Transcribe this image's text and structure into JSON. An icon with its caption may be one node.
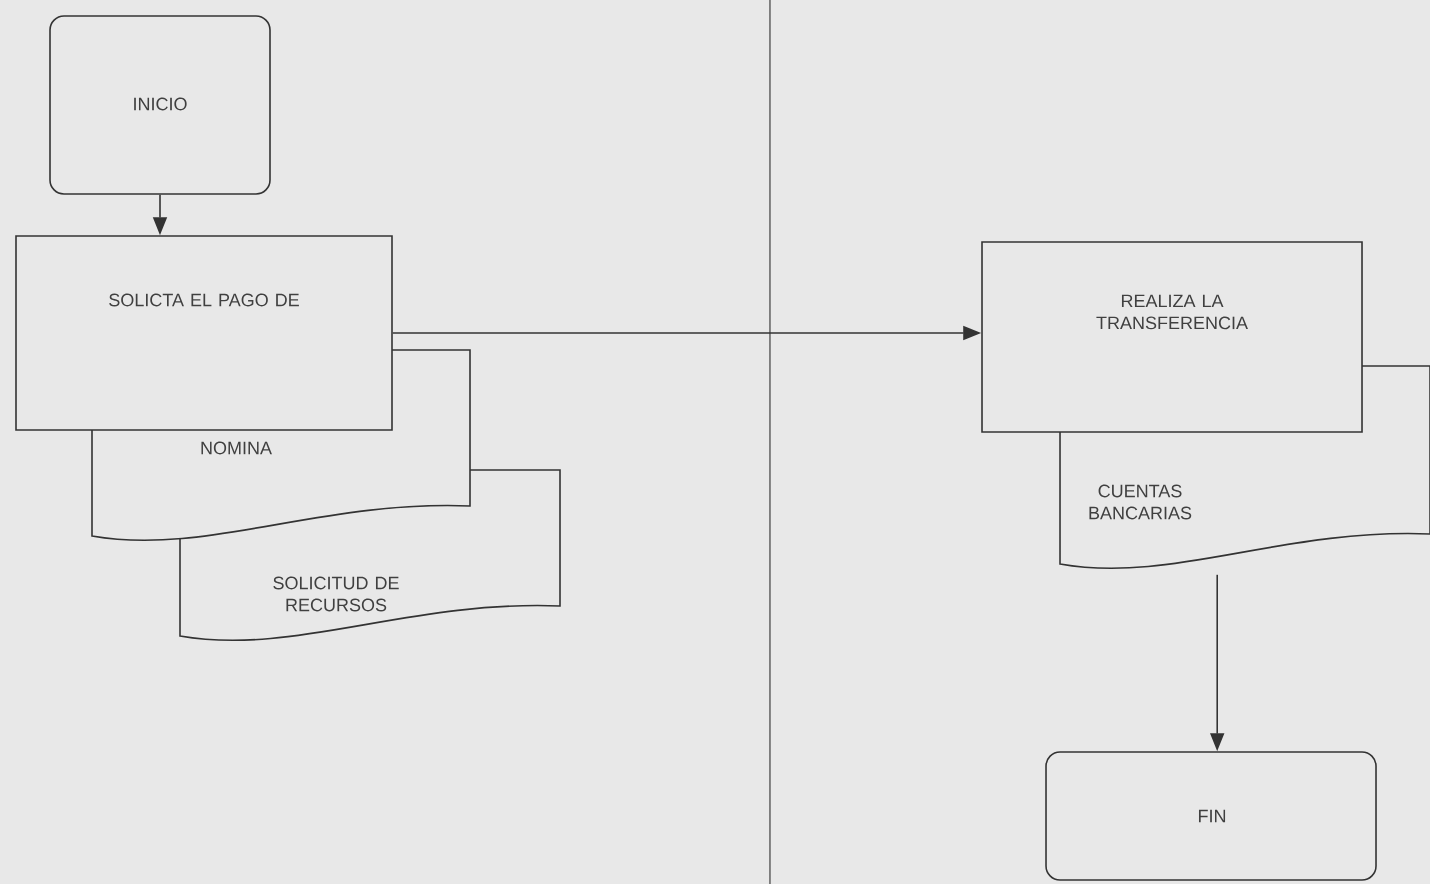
{
  "diagram": {
    "nodes": [
      {
        "text": [
          "INICIO"
        ]
      },
      {
        "text": [
          "SOLICTA EL PAGO DE"
        ]
      },
      {
        "text": [
          "NOMINA"
        ]
      },
      {
        "text": [
          "SOLICITUD DE RECURSOS"
        ]
      },
      {
        "text": [
          "REALIZA LA TRANSFERENCIA"
        ]
      },
      {
        "text": [
          "CUENTAS BANCARIAS"
        ]
      },
      {
        "text": [
          "FIN"
        ]
      }
    ],
    "edges": [
      {
        "from": 0,
        "to": 1,
        "arrow": "to"
      },
      {
        "from": 1,
        "to": 4,
        "arrow": "to"
      },
      {
        "from": 5,
        "to": 6,
        "arrow": "to"
      }
    ]
  }
}
